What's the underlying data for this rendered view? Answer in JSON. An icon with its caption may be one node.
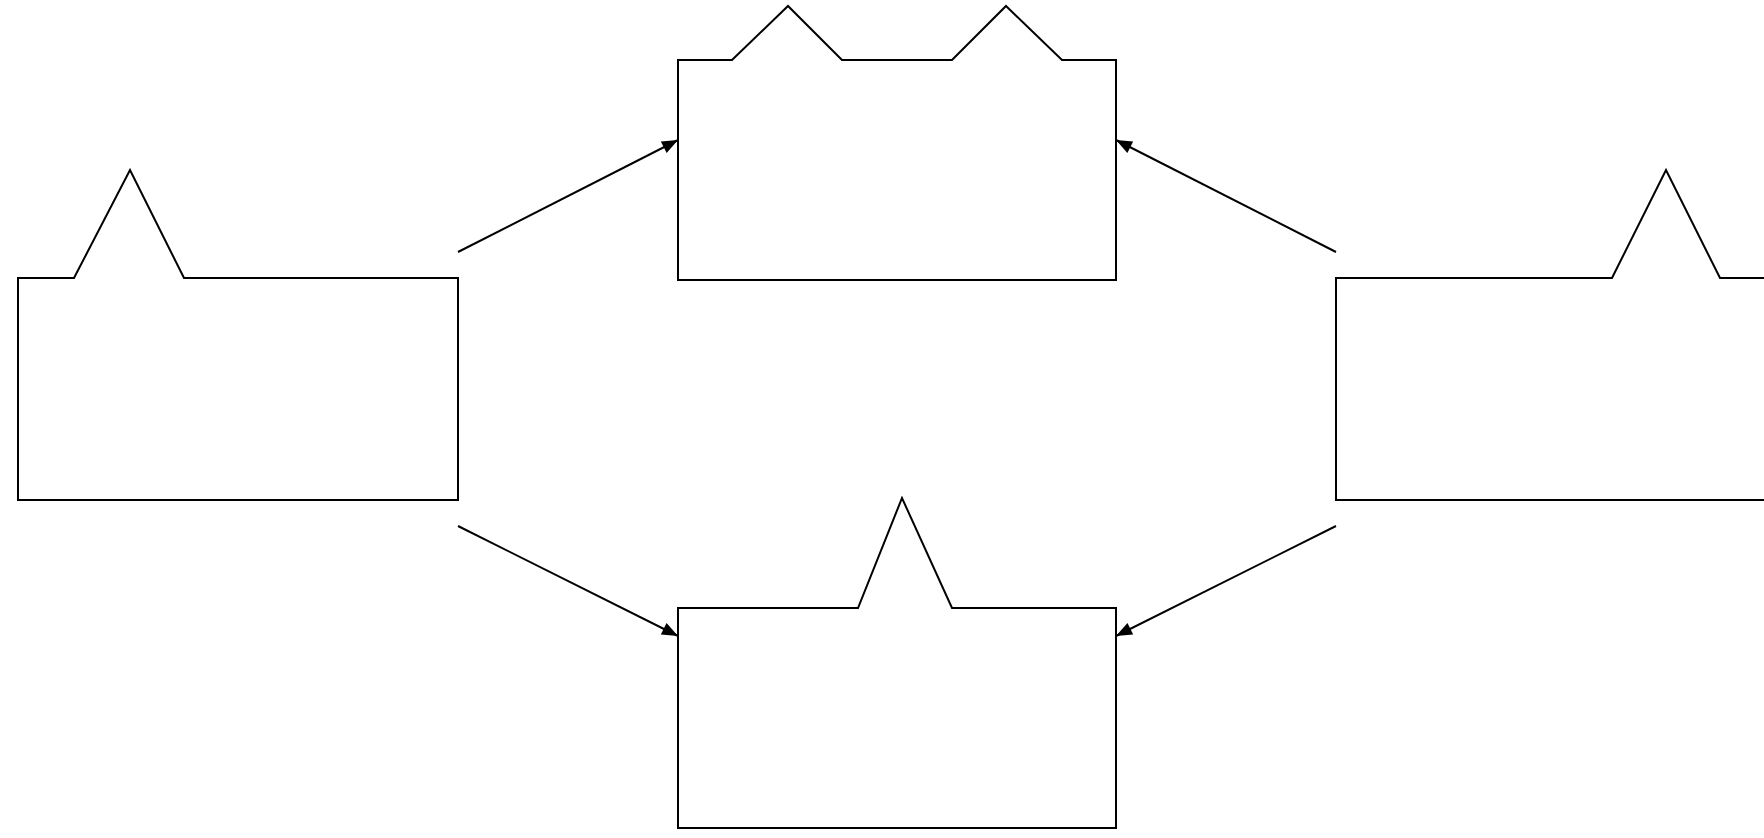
{
  "diagram": {
    "nodes": [
      {
        "text": [],
        "shape": "box"
      },
      {
        "text": [],
        "shape": "box"
      },
      {
        "text": [],
        "shape": "box"
      },
      {
        "text": [],
        "shape": "box"
      }
    ],
    "edges": [
      {
        "from": 0,
        "to": 1,
        "arrow": "to"
      },
      {
        "from": 0,
        "to": 2,
        "arrow": "to"
      },
      {
        "from": 3,
        "to": 1,
        "arrow": "to"
      },
      {
        "from": 3,
        "to": 2,
        "arrow": "to"
      }
    ]
  }
}
